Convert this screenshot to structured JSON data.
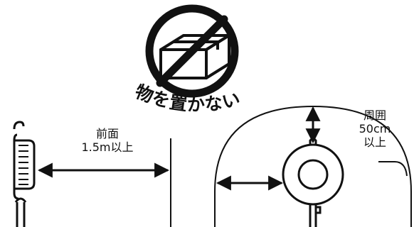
{
  "warning": {
    "text": "物を置かない",
    "icon": "no-objects-prohibition-icon"
  },
  "front_clearance": {
    "line1": "前面",
    "line2": "1.5m以上"
  },
  "around_clearance": {
    "line1": "周囲",
    "line2": "50cm",
    "line3": "以上"
  },
  "colors": {
    "stroke": "#111111",
    "background": "#ffffff"
  }
}
